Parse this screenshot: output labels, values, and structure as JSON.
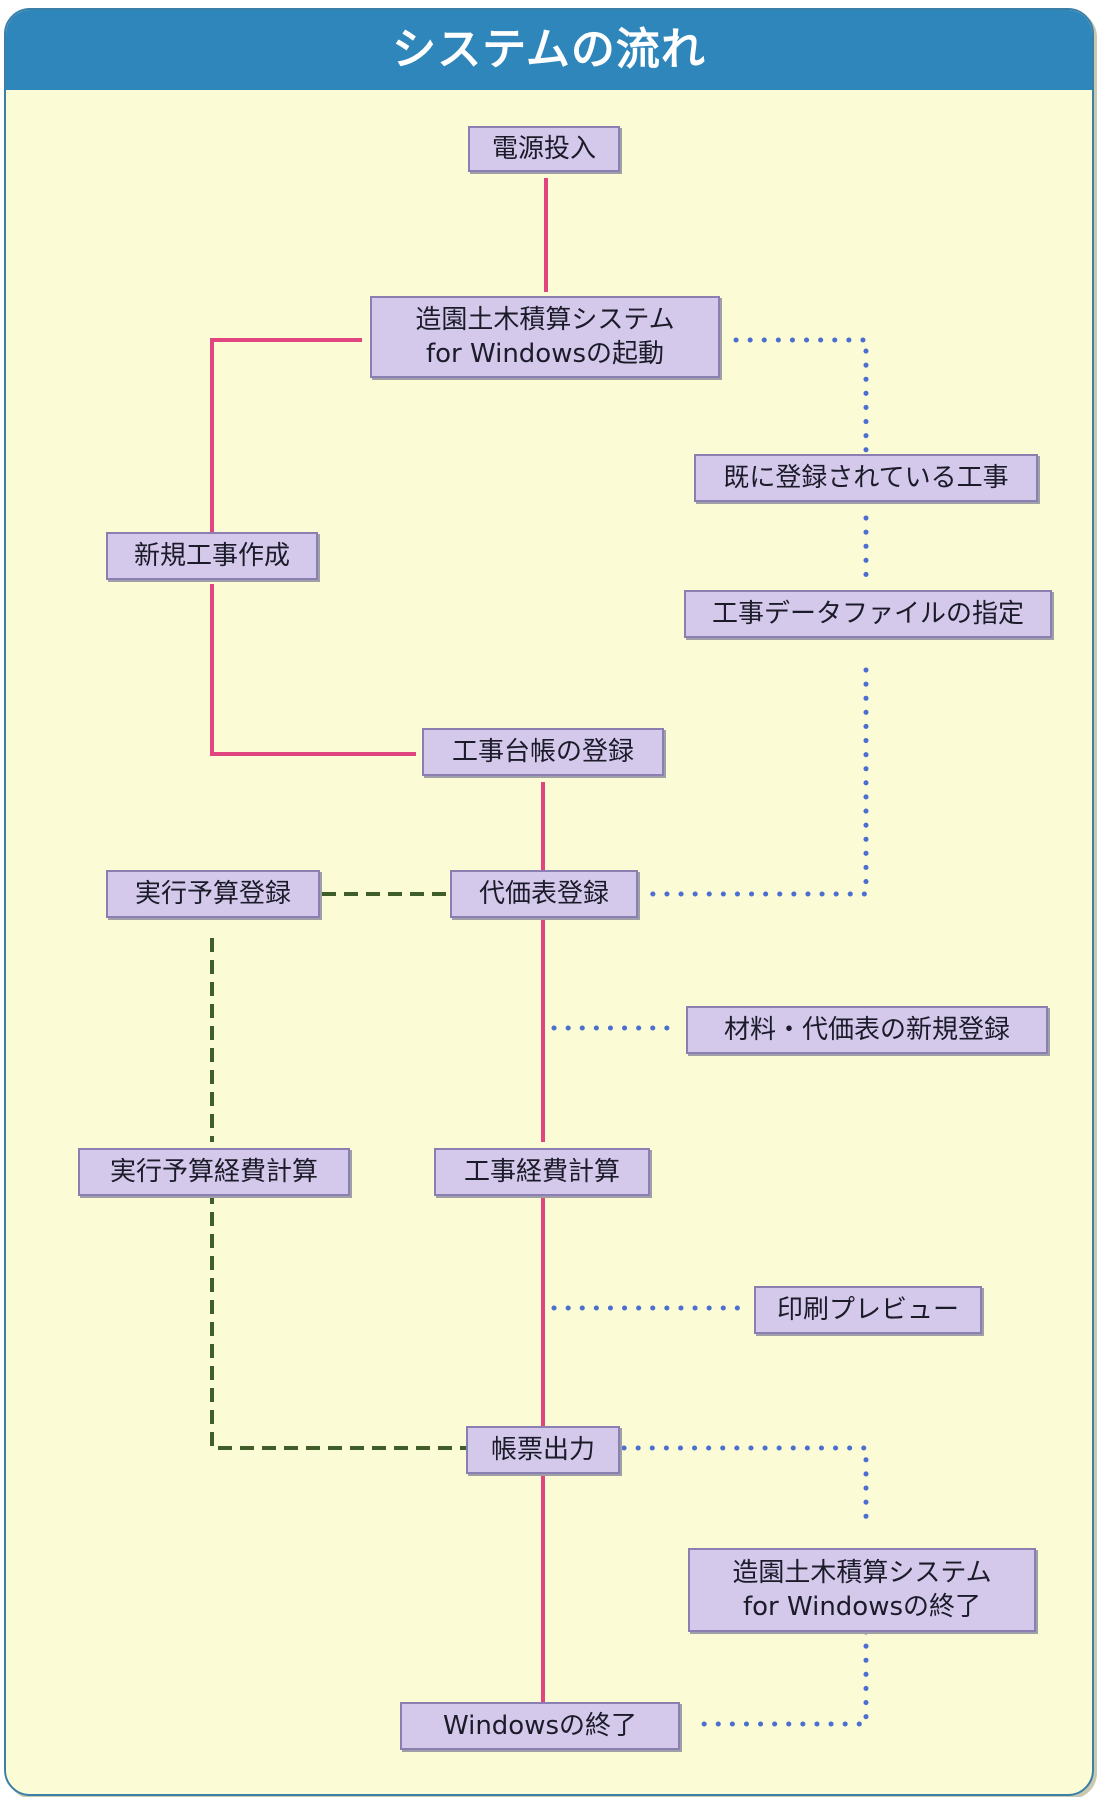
{
  "title": "システムの流れ",
  "colors": {
    "header": "#2f86bb",
    "background": "#fbfbd6",
    "node_fill": "#d4c9eb",
    "main_flow": "#e0457f",
    "budget_flow": "#3f5e2a",
    "optional_flow": "#4a6fd0"
  },
  "nodes": {
    "power_on": "電源投入",
    "app_start_line1": "造園土木積算システム",
    "app_start_line2": "for Windowsの起動",
    "existing_project": "既に登録されている工事",
    "new_project": "新規工事作成",
    "specify_data_file": "工事データファイルの指定",
    "register_ledger": "工事台帳の登録",
    "budget_register": "実行予算登録",
    "unit_price_register": "代価表登録",
    "material_new_register": "材料・代価表の新規登録",
    "budget_cost_calc": "実行予算経費計算",
    "project_cost_calc": "工事経費計算",
    "print_preview": "印刷プレビュー",
    "report_output": "帳票出力",
    "app_exit_line1": "造園土木積算システム",
    "app_exit_line2": "for Windowsの終了",
    "windows_exit": "Windowsの終了"
  }
}
